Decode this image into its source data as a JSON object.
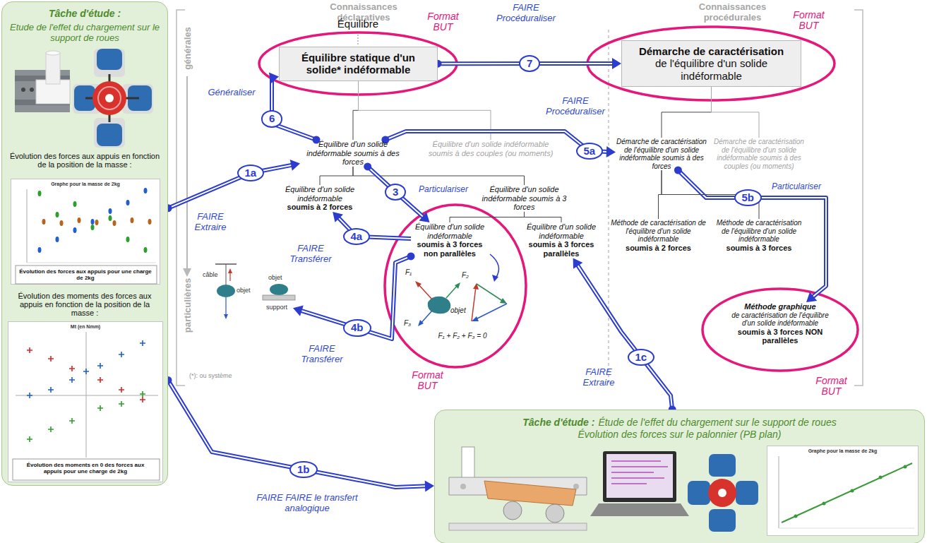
{
  "diagram": {
    "nodes": [
      {
        "text": [
          "Tâche d'étude :",
          "Etude de l'effet du chargement sur le support de roues",
          "Évolution des forces aux appuis en fonction de la position de la masse :",
          "Évolution des moments des forces aux appuis en fonction de la position de la masse :"
        ]
      },
      {
        "text": [
          "Graphe pour la masse de 2kg",
          "Évolution des forces aux appuis pour une charge de 2kg"
        ],
        "in": 0
      },
      {
        "text": [
          "Mt (en Nmm)",
          "Évolution des moments en 0 des forces aux appuis pour une charge de 2kg"
        ],
        "in": 0
      },
      {
        "text": [
          "Équilibre statique d'un solide* indéformable"
        ]
      },
      {
        "text": [
          "Équilibre d'un solide indéformable soumis à des forces"
        ]
      },
      {
        "text": [
          "Équilibre d'un solide indéformable soumis à des couples (ou moments)"
        ]
      },
      {
        "text": [
          "Équilibre d'un solide indéformable",
          "soumis à 2 forces"
        ]
      },
      {
        "text": [
          "Équilibre d'un solide indéformable soumis à 3 forces"
        ]
      },
      {
        "text": [
          "Équilibre d'un solide indéformable",
          "soumis à 3 forces non parallèles"
        ]
      },
      {
        "text": [
          "Équilibre d'un solide indéformable",
          "soumis à 3 forces parallèles"
        ]
      },
      {
        "text": [
          "câble",
          "objet",
          "objet",
          "support"
        ]
      },
      {
        "text": [
          "Démarche de caractérisation",
          "de l'équilibre d'un solide indéformable"
        ]
      },
      {
        "text": [
          "Démarche de caractérisation de l'équilibre d'un solide indéformable soumis à des forces"
        ]
      },
      {
        "text": [
          "Démarche de caractérisation de l'équilibre d'un solide indéformable soumis à des couples (ou moments)"
        ]
      },
      {
        "text": [
          "Méthode de caractérisation de l'équilibre d'un solide indéformable",
          "soumis à 2 forces"
        ]
      },
      {
        "text": [
          "Méthode de caractérisation de l'équilibre d'un solide indéformable",
          "soumis à 3 forces"
        ]
      },
      {
        "text": [
          "Méthode graphique",
          "de caractérisation de l'équilibre d'un solide indéformable",
          "soumis à 3 forces NON parallèles"
        ]
      },
      {
        "text": [
          "Tâche d'étude :",
          "Étude de l'effet du chargement sur le support de roues",
          "Évolution des forces sur le palonnier (PB plan)"
        ]
      },
      {
        "text": [
          "Graphe pour la masse de 2kg"
        ],
        "in": 17
      }
    ],
    "edges": [
      {
        "from": 0,
        "to": 4,
        "arrow": "to",
        "label": "1a"
      },
      {
        "from": 0,
        "to": 17,
        "arrow": "to",
        "label": "1b"
      },
      {
        "from": 17,
        "to": 9,
        "arrow": "to",
        "label": "1c"
      },
      {
        "from": 3,
        "to": 4,
        "arrow": "none"
      },
      {
        "from": 3,
        "to": 5,
        "arrow": "none"
      },
      {
        "from": 4,
        "to": 6,
        "arrow": "none"
      },
      {
        "from": 4,
        "to": 7,
        "arrow": "none"
      },
      {
        "from": 7,
        "to": 8,
        "arrow": "none"
      },
      {
        "from": 7,
        "to": 9,
        "arrow": "none"
      },
      {
        "from": 4,
        "to": 8,
        "arrow": "to",
        "label": "3"
      },
      {
        "from": 8,
        "to": 6,
        "arrow": "to",
        "label": "4a"
      },
      {
        "from": 8,
        "to": 10,
        "arrow": "to",
        "label": "4b"
      },
      {
        "from": 4,
        "to": 12,
        "arrow": "to",
        "label": "5a"
      },
      {
        "from": 12,
        "to": 16,
        "arrow": "to",
        "label": "5b"
      },
      {
        "from": 4,
        "to": 3,
        "arrow": "to",
        "label": "6"
      },
      {
        "from": 3,
        "to": 11,
        "arrow": "to",
        "label": "7"
      },
      {
        "from": 11,
        "to": 12,
        "arrow": "none"
      },
      {
        "from": 11,
        "to": 13,
        "arrow": "none"
      },
      {
        "from": 12,
        "to": 14,
        "arrow": "none"
      },
      {
        "from": 12,
        "to": 15,
        "arrow": "none"
      }
    ],
    "labels": [
      "Connaissances déclaratives",
      "Connaissances procédurales",
      "générales",
      "particulières",
      "Équilibre",
      "Format BUT",
      "Format BUT",
      "FAIRE Procéduraliser",
      "Généraliser",
      "FAIRE Procéduraliser",
      "FAIRE Extraire",
      "Particulariser",
      "Particulariser",
      "FAIRE Transférer",
      "F₁",
      "F₂",
      "F₃",
      "objet",
      "F₁ + F₂ + F₃ = 0",
      "Format BUT",
      "FAIRE Transférer",
      "(*): ou système",
      "FAIRE Extraire",
      "Format BUT",
      "FAIRE FAIRE le transfert analogique"
    ]
  }
}
